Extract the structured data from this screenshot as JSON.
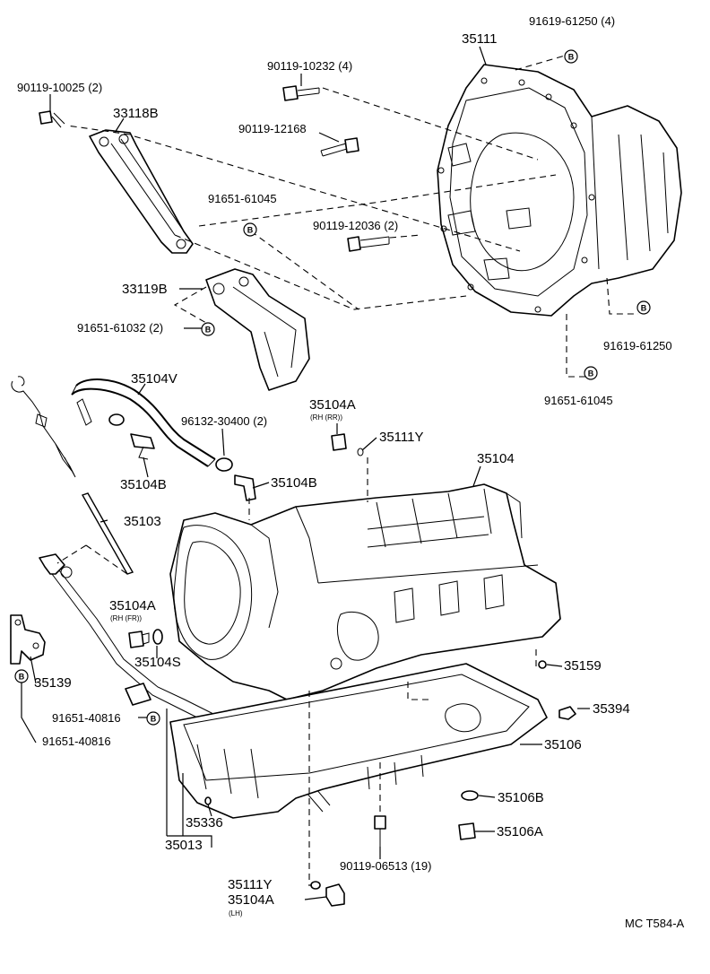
{
  "diagram_code": "MC T584-A",
  "bolt_marker_letter": "B",
  "labels": {
    "p91619_61250_4": "91619-61250 (4)",
    "p35111": "35111",
    "p90119_10232_4": "90119-10232 (4)",
    "p90119_10025_2": "90119-10025 (2)",
    "p33118b": "33118B",
    "p90119_12168": "90119-12168",
    "p91651_61045_top": "91651-61045",
    "p90119_12036_2": "90119-12036 (2)",
    "p33119b": "33119B",
    "p91651_61032_2": "91651-61032 (2)",
    "p91619_61250": "91619-61250",
    "p35104v": "35104V",
    "p91651_61045_right": "91651-61045",
    "p35104a_rh_rr": "35104A",
    "sub_rh_rr": "(RH (RR))",
    "p96132_30400_2": "96132-30400 (2)",
    "p35111y_top": "35111Y",
    "p35104b_left": "35104B",
    "p35104b_right": "35104B",
    "p35104": "35104",
    "p35103": "35103",
    "p35104a_rh_fr": "35104A",
    "sub_rh_fr": "(RH (FR))",
    "p35104s": "35104S",
    "p35139": "35139",
    "p35159": "35159",
    "p91651_40816_a": "91651-40816",
    "p91651_40816_b": "91651-40816",
    "p35394": "35394",
    "p35106": "35106",
    "p35106b": "35106B",
    "p35336": "35336",
    "p35106a": "35106A",
    "p35013": "35013",
    "p90119_06513_19": "90119-06513 (19)",
    "p35111y_bottom": "35111Y",
    "p35104a_lh": "35104A",
    "sub_lh": "(LH)"
  }
}
